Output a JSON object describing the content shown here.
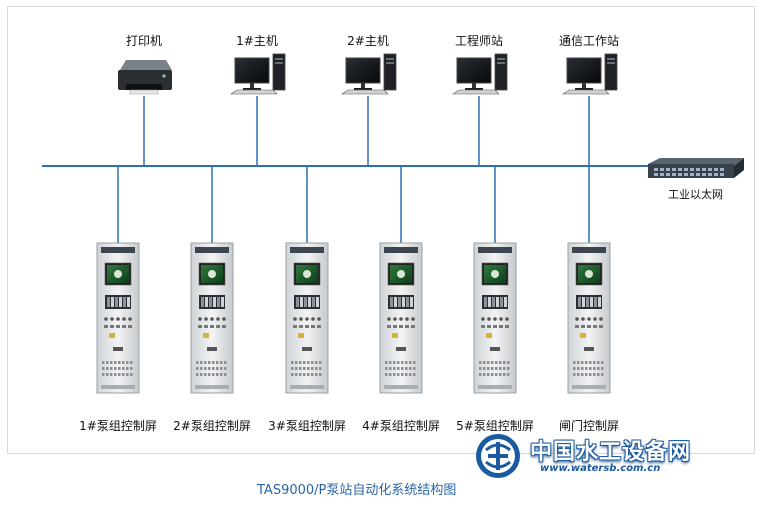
{
  "top_devices": [
    {
      "id": "printer",
      "label": "打印机",
      "icon": "printer-icon"
    },
    {
      "id": "host1",
      "label": "1#主机",
      "icon": "computer-icon"
    },
    {
      "id": "host2",
      "label": "2#主机",
      "icon": "computer-icon"
    },
    {
      "id": "engineer",
      "label": "工程师站",
      "icon": "computer-icon"
    },
    {
      "id": "comm",
      "label": "通信工作站",
      "icon": "computer-icon"
    }
  ],
  "network": {
    "label": "工业以太网",
    "icon": "network-switch-icon",
    "bus_color": "#2e6fb0"
  },
  "cabinets": [
    {
      "label": "1#泵组控制屏"
    },
    {
      "label": "2#泵组控制屏"
    },
    {
      "label": "3#泵组控制屏"
    },
    {
      "label": "4#泵组控制屏"
    },
    {
      "label": "5#泵组控制屏"
    },
    {
      "label": "闸门控制屏"
    }
  ],
  "caption": "TAS9000/P泵站自动化系统结构图",
  "watermark": {
    "name": "中国水工设备网",
    "url": "www.watersb.com.cn",
    "logo_icon": "watersb-logo-icon",
    "color": "#1a5aa0"
  }
}
